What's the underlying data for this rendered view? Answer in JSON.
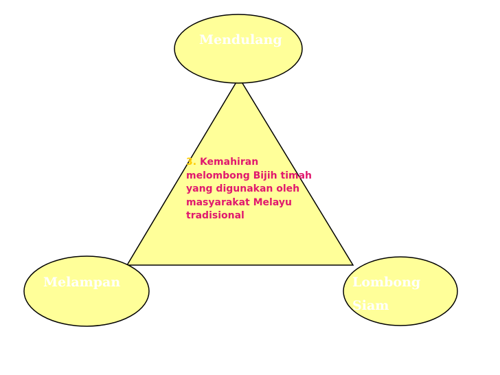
{
  "diagram": {
    "colors": {
      "fill": "#ffff99",
      "stroke": "#000000",
      "node_text": "#ffffff",
      "center_number": "#ffcc00",
      "center_text": "#e0186e"
    },
    "nodes": {
      "top": "Mendulang",
      "left": "Melampan",
      "right_line1": "Lombong",
      "right_line2": "Siam"
    },
    "center": {
      "number": "3.",
      "text": "Kemahiran melombong Bijih timah yang digunakan oleh masyarakat Melayu tradisional"
    }
  }
}
